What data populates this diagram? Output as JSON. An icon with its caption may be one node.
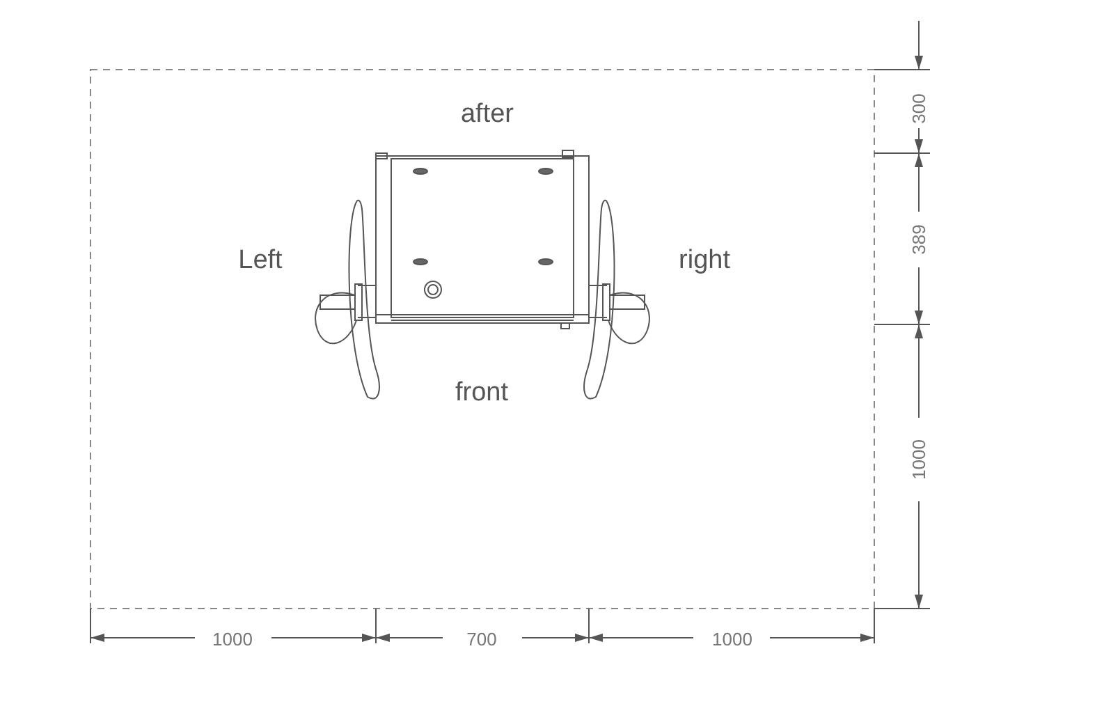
{
  "diagram": {
    "labels": [
      "after",
      "300",
      "389",
      "Left",
      "right",
      "front",
      "1000",
      "1000",
      "700",
      "1000"
    ]
  }
}
